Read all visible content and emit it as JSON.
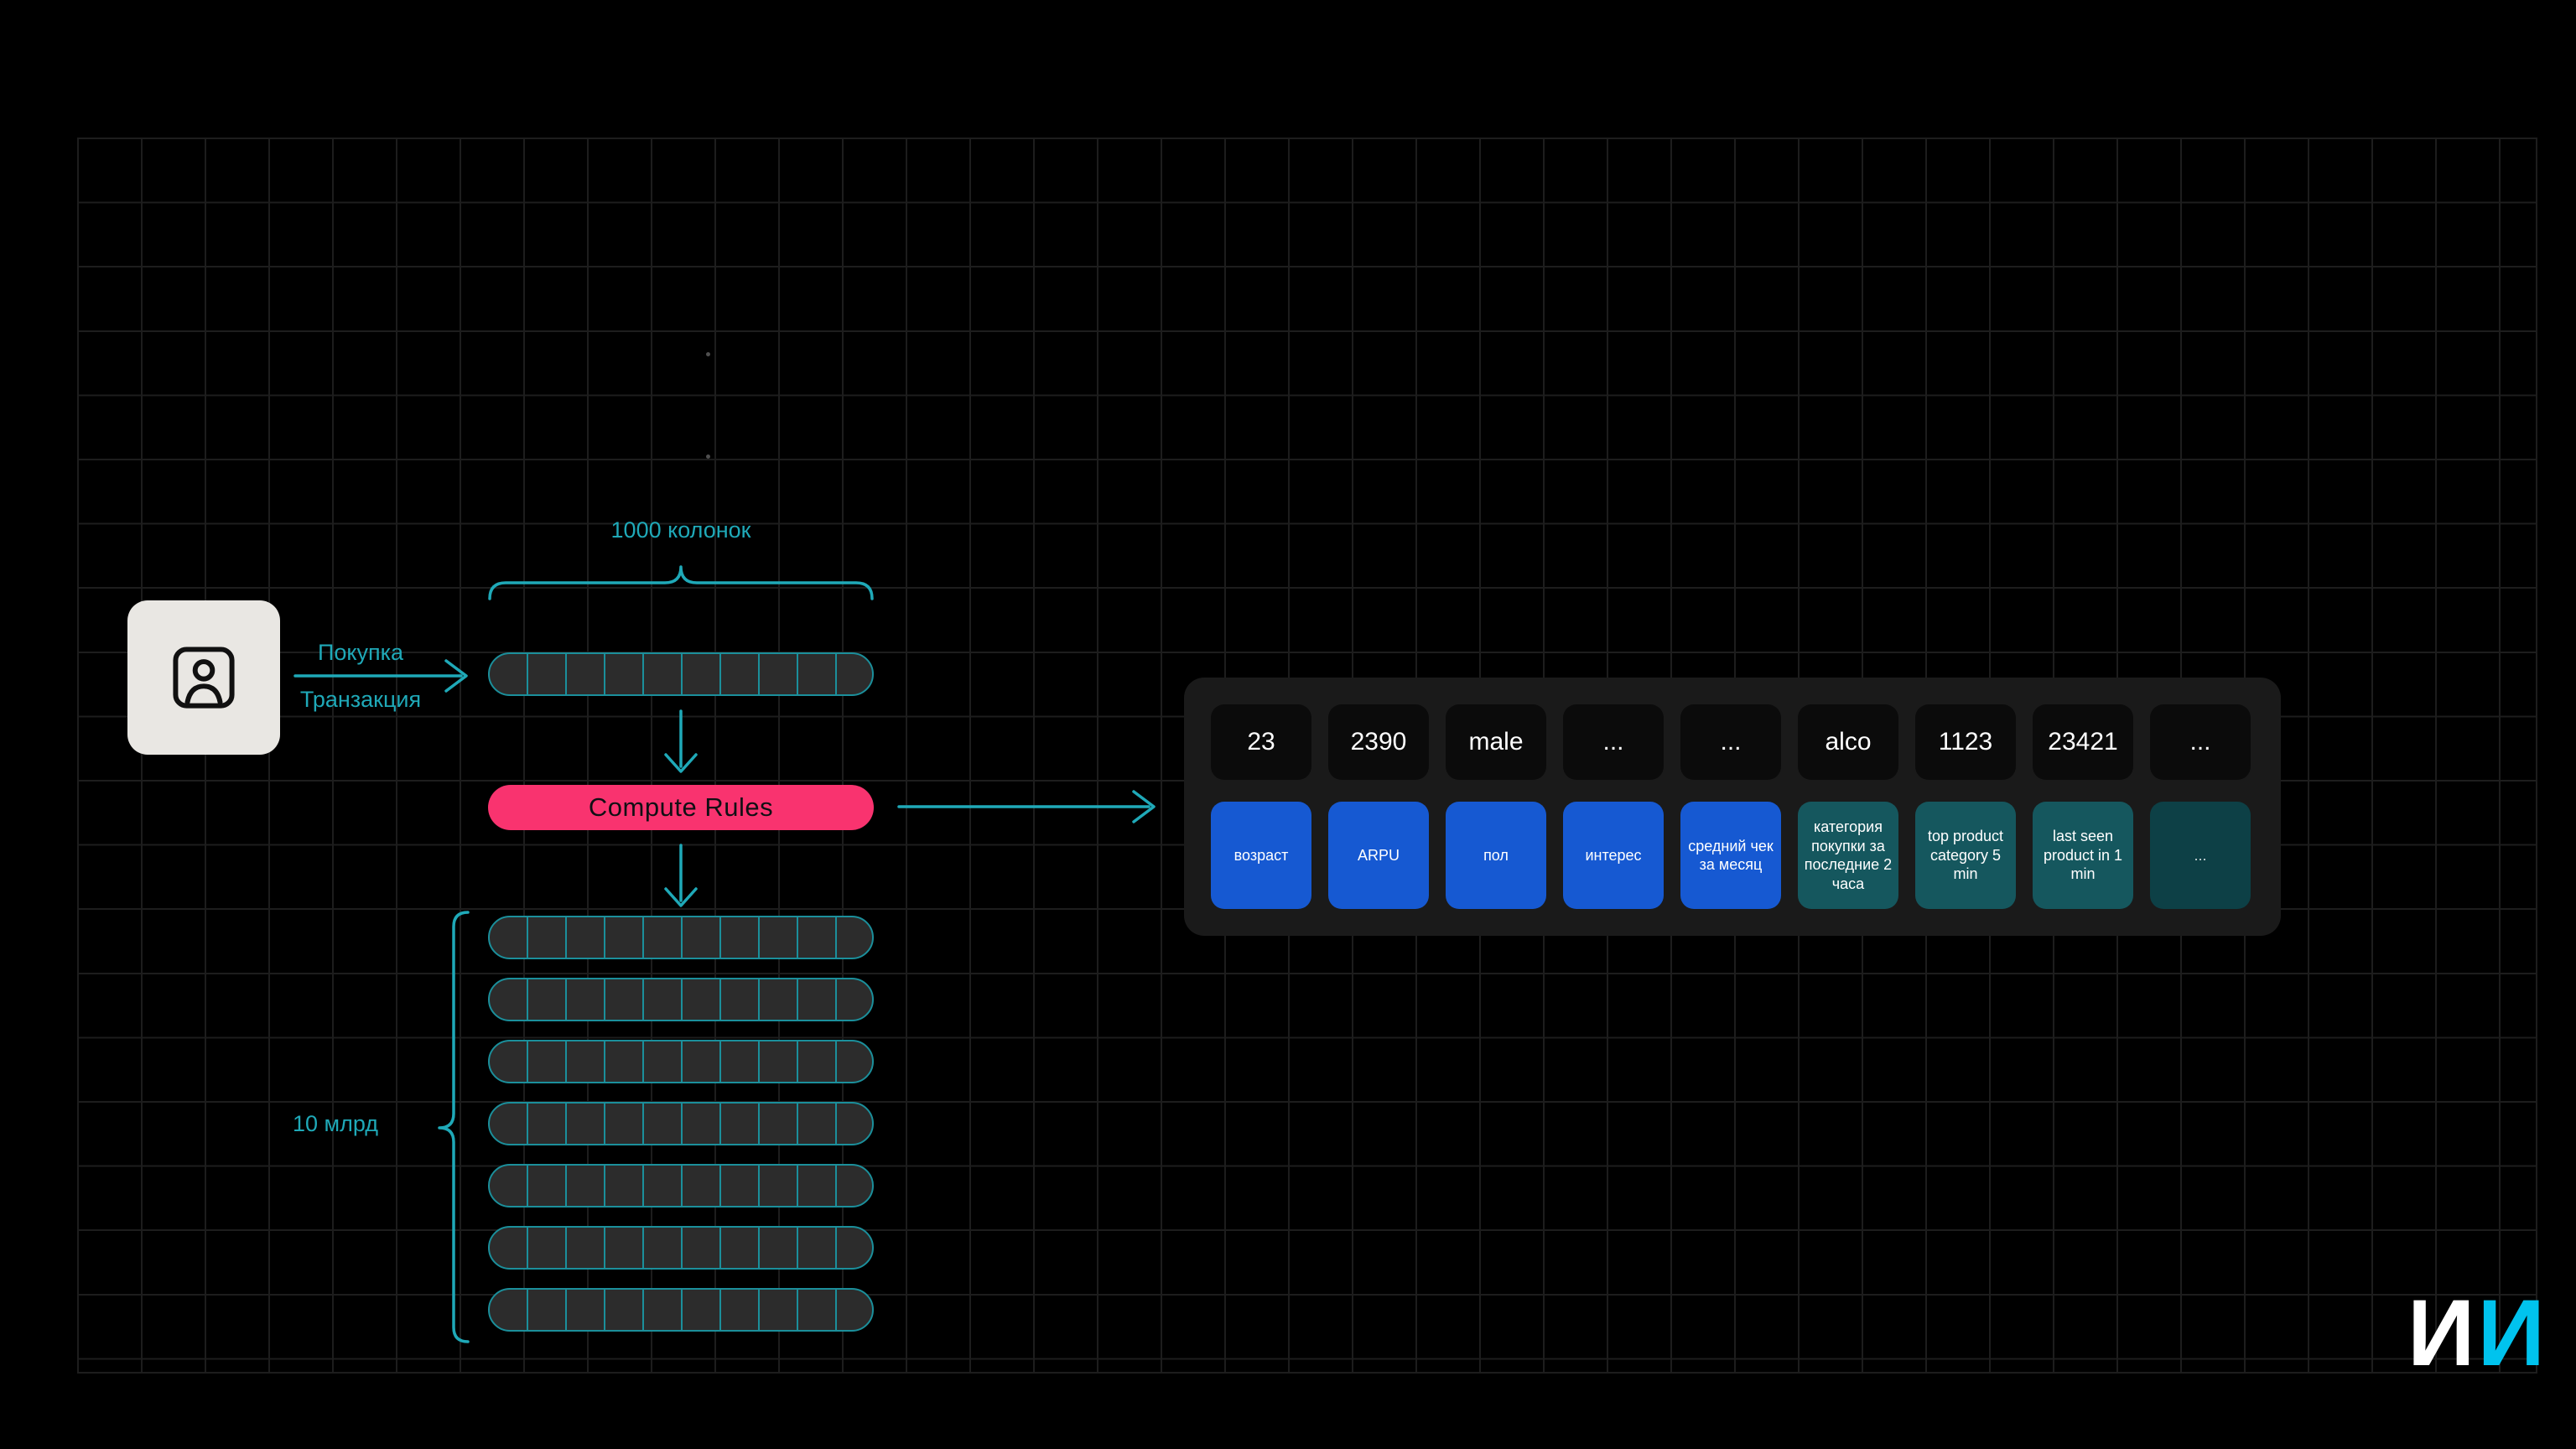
{
  "colors": {
    "background": "#000000",
    "grid_line": "#1d1d1d",
    "accent_teal": "#1FA9B8",
    "row_border": "#1B8F9B",
    "row_cell_bg": "#2c2c2c",
    "pink": "#F9336F",
    "cell_blue": "#1659D2",
    "cell_teal": "#15575E",
    "cell_teal_dark": "#0D4046",
    "panel_bg": "#1A1A1A",
    "value_cell_bg": "#0B0B0B",
    "logo_cyan": "#00C3EE"
  },
  "diagram": {
    "user_icon": "account-box-icon",
    "arrow_labels": {
      "top": "Покупка",
      "bottom": "Транзакция"
    },
    "columns_label": "1000 колонок",
    "rows_label": "10 млрд",
    "compute_button": "Compute Rules",
    "matrix": {
      "columns_per_row": 10,
      "stacked_rows": 7
    }
  },
  "result_panel": {
    "values": [
      "23",
      "2390",
      "male",
      "...",
      "...",
      "alco",
      "1123",
      "23421",
      "..."
    ],
    "fields": [
      {
        "label": "возраст",
        "color": "blue"
      },
      {
        "label": "ARPU",
        "color": "blue"
      },
      {
        "label": "пол",
        "color": "blue"
      },
      {
        "label": "интерес",
        "color": "blue"
      },
      {
        "label": "средний чек за месяц",
        "color": "blue"
      },
      {
        "label": "категория покупки за последние 2 часа",
        "color": "teal"
      },
      {
        "label": "top product category 5 min",
        "color": "teal"
      },
      {
        "label": "last seen product in 1 min",
        "color": "teal"
      },
      {
        "label": "...",
        "color": "teal-dark"
      }
    ]
  },
  "logo": {
    "char1": "И",
    "char2": "И"
  }
}
